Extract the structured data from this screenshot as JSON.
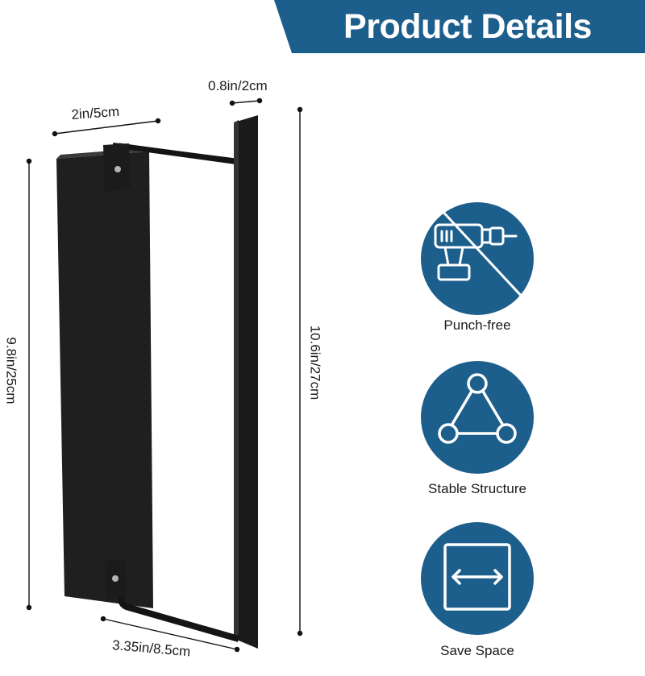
{
  "banner": {
    "title": "Product Details",
    "color": "#1d5f8c"
  },
  "dimensions": {
    "depth": "0.8in/2cm",
    "width": "2in/5cm",
    "base_length": "3.35in/8.5cm",
    "plate_height": "9.8in/25cm",
    "total_height": "10.6in/27cm"
  },
  "features": [
    {
      "icon": "no-drill-icon",
      "label": "Punch-free"
    },
    {
      "icon": "triangle-structure-icon",
      "label": "Stable Structure"
    },
    {
      "icon": "arrows-in-square-icon",
      "label": "Save Space"
    }
  ],
  "colors": {
    "accent": "#1d5f8c",
    "product": "#1f1f1f"
  }
}
